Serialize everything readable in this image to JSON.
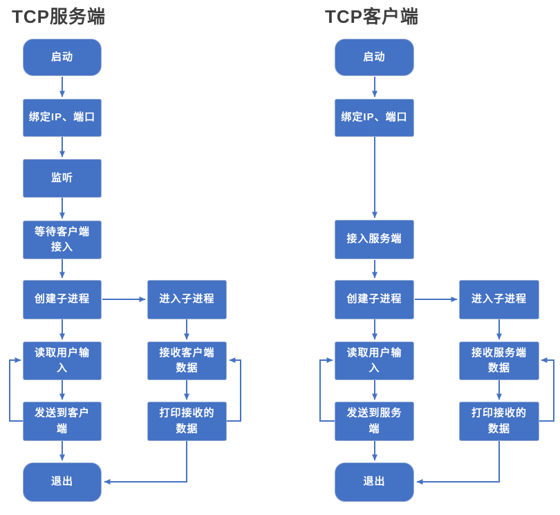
{
  "colors": {
    "node_fill": "#4472C4",
    "node_border": "#9DB0D4",
    "node_text": "#FFFFFF",
    "arrow": "#4472C4",
    "title_text": "#3D3D3D",
    "background": "#FFFFFF"
  },
  "server": {
    "title": "TCP服务端",
    "nodes": {
      "start": "启动",
      "bind": "绑定IP、端口",
      "listen": "监听",
      "wait": "等待客户端\n接入",
      "fork": "创建子进程",
      "child": "进入子进程",
      "read": "读取用户输\n入",
      "recv": "接收客户端\n数据",
      "send": "发送到客户\n端",
      "print": "打印接收的\n数据",
      "exit": "退出"
    }
  },
  "client": {
    "title": "TCP客户端",
    "nodes": {
      "start": "启动",
      "bind": "绑定IP、端口",
      "connect": "接入服务端",
      "fork": "创建子进程",
      "child": "进入子进程",
      "read": "读取用户输\n入",
      "recv": "接收服务端\n数据",
      "send": "发送到服务\n端",
      "print": "打印接收的\n数据",
      "exit": "退出"
    }
  }
}
